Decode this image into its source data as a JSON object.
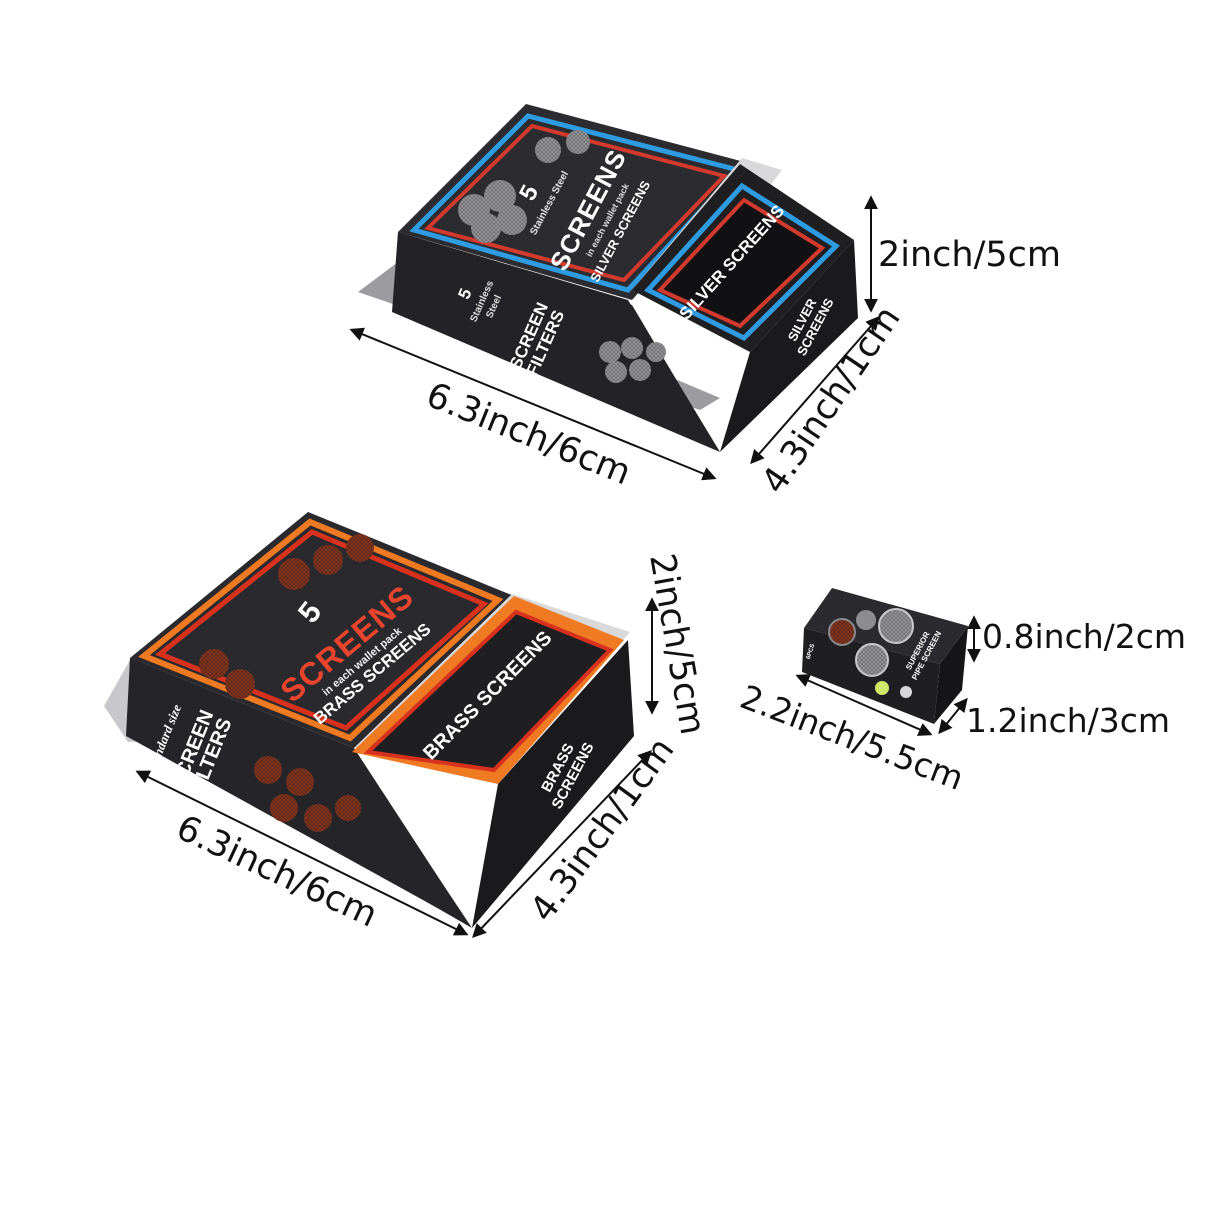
{
  "colors": {
    "box_dark": "#232327",
    "box_side": "#1a1a1d",
    "silver_blue": "#2f9be0",
    "silver_red": "#d23a2e",
    "brass_orange": "#ef7a22",
    "brass_red": "#d8321f",
    "arrow": "#111111"
  },
  "silver_box": {
    "count": "5",
    "material": "Stainless Steel",
    "title": "SCREENS",
    "subtitle": "in each wallet pack",
    "brand": "SILVER SCREENS",
    "lid_brand": "SILVER SCREENS",
    "front_count": "5",
    "front_material_1": "Stainless",
    "front_material_2": "Steel",
    "front_label_1": "SCREEN",
    "front_label_2": "FILTERS",
    "side_label_1": "SILVER",
    "side_label_2": "SCREENS",
    "dim_height": "2inch/5cm",
    "dim_length": "6.3inch/6cm",
    "dim_depth": "4.3inch/1cm"
  },
  "brass_box": {
    "count": "5",
    "title": "SCREENS",
    "subtitle": "in each wallet pack",
    "brand": "BRASS SCREENS",
    "lid_brand": "BRASS SCREENS",
    "front_size": "Standard size",
    "front_label_1": "SCREEN",
    "front_label_2": "FILTERS",
    "side_label_1": "BRASS",
    "side_label_2": "SCREENS",
    "dim_height": "2inch/5cm",
    "dim_length": "6.3inch/6cm",
    "dim_depth": "4.3inch/1cm"
  },
  "small_box": {
    "label_1": "SUPERIOR",
    "label_2": "PIPE SCREEN",
    "count": "6PCS",
    "dim_height": "0.8inch/2cm",
    "dim_length": "2.2inch/5.5cm",
    "dim_depth": "1.2inch/3cm"
  }
}
